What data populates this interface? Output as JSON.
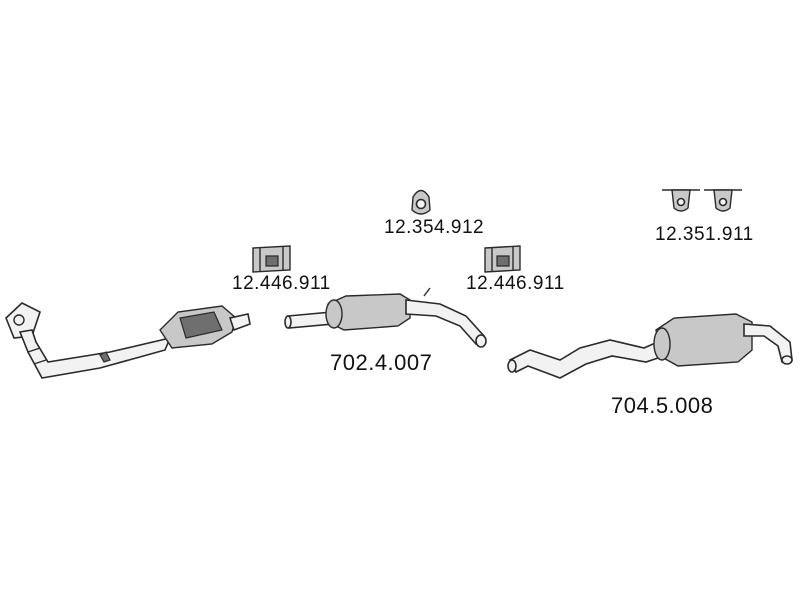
{
  "parts": {
    "clamp_left": {
      "part_number": "12.446.911"
    },
    "hanger_center": {
      "part_number": "12.354.912"
    },
    "clamp_right": {
      "part_number": "12.446.911"
    },
    "hangers_right": {
      "part_number": "12.351.911"
    },
    "front_silencer": {
      "part_number": "702.4.007"
    },
    "rear_silencer": {
      "part_number": "704.5.008"
    }
  },
  "colors": {
    "line": "#2a2a2a",
    "fill_light": "#f2f2f2",
    "fill_mid": "#c8c8c8",
    "fill_dark": "#6f6f6f"
  }
}
